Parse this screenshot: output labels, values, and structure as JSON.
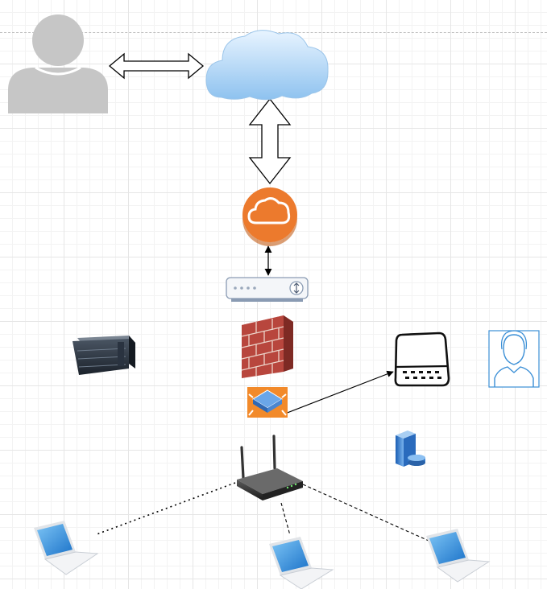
{
  "diagram": {
    "nodes": [
      {
        "id": "remote-user",
        "icon": "user-silhouette-icon"
      },
      {
        "id": "internet",
        "icon": "cloud-icon"
      },
      {
        "id": "cloud-gateway",
        "icon": "cloud-gateway-icon"
      },
      {
        "id": "modem",
        "icon": "modem-icon"
      },
      {
        "id": "rack-server",
        "icon": "rack-server-icon"
      },
      {
        "id": "firewall",
        "icon": "firewall-icon"
      },
      {
        "id": "network-switch",
        "icon": "switch-icon"
      },
      {
        "id": "external-storage",
        "icon": "storage-drive-icon"
      },
      {
        "id": "support-user",
        "icon": "user-avatar-icon"
      },
      {
        "id": "database-server",
        "icon": "database-server-icon"
      },
      {
        "id": "wireless-router",
        "icon": "wifi-router-icon"
      },
      {
        "id": "laptop-left",
        "icon": "laptop-icon"
      },
      {
        "id": "laptop-center",
        "icon": "laptop-icon"
      },
      {
        "id": "laptop-right",
        "icon": "laptop-icon"
      }
    ],
    "edges": [
      {
        "from": "remote-user",
        "to": "internet",
        "style": "double-arrow"
      },
      {
        "from": "internet",
        "to": "cloud-gateway",
        "style": "double-arrow"
      },
      {
        "from": "cloud-gateway",
        "to": "modem",
        "style": "thin-bidirectional"
      },
      {
        "from": "network-switch",
        "to": "external-storage",
        "style": "arrow"
      },
      {
        "from": "wireless-router",
        "to": "laptop-left",
        "style": "dotted"
      },
      {
        "from": "wireless-router",
        "to": "laptop-center",
        "style": "dashed"
      },
      {
        "from": "wireless-router",
        "to": "laptop-right",
        "style": "dashed"
      }
    ],
    "colors": {
      "gateway_orange": "#ec7a2d",
      "cloud_blue": "#a9d2f5",
      "firewall_red": "#b8463d",
      "switch_orange": "#f28a2a",
      "silhouette_gray": "#c6c6c6",
      "outline_black": "#1f1f1f",
      "avatar_blue": "#3b8fd6"
    }
  }
}
